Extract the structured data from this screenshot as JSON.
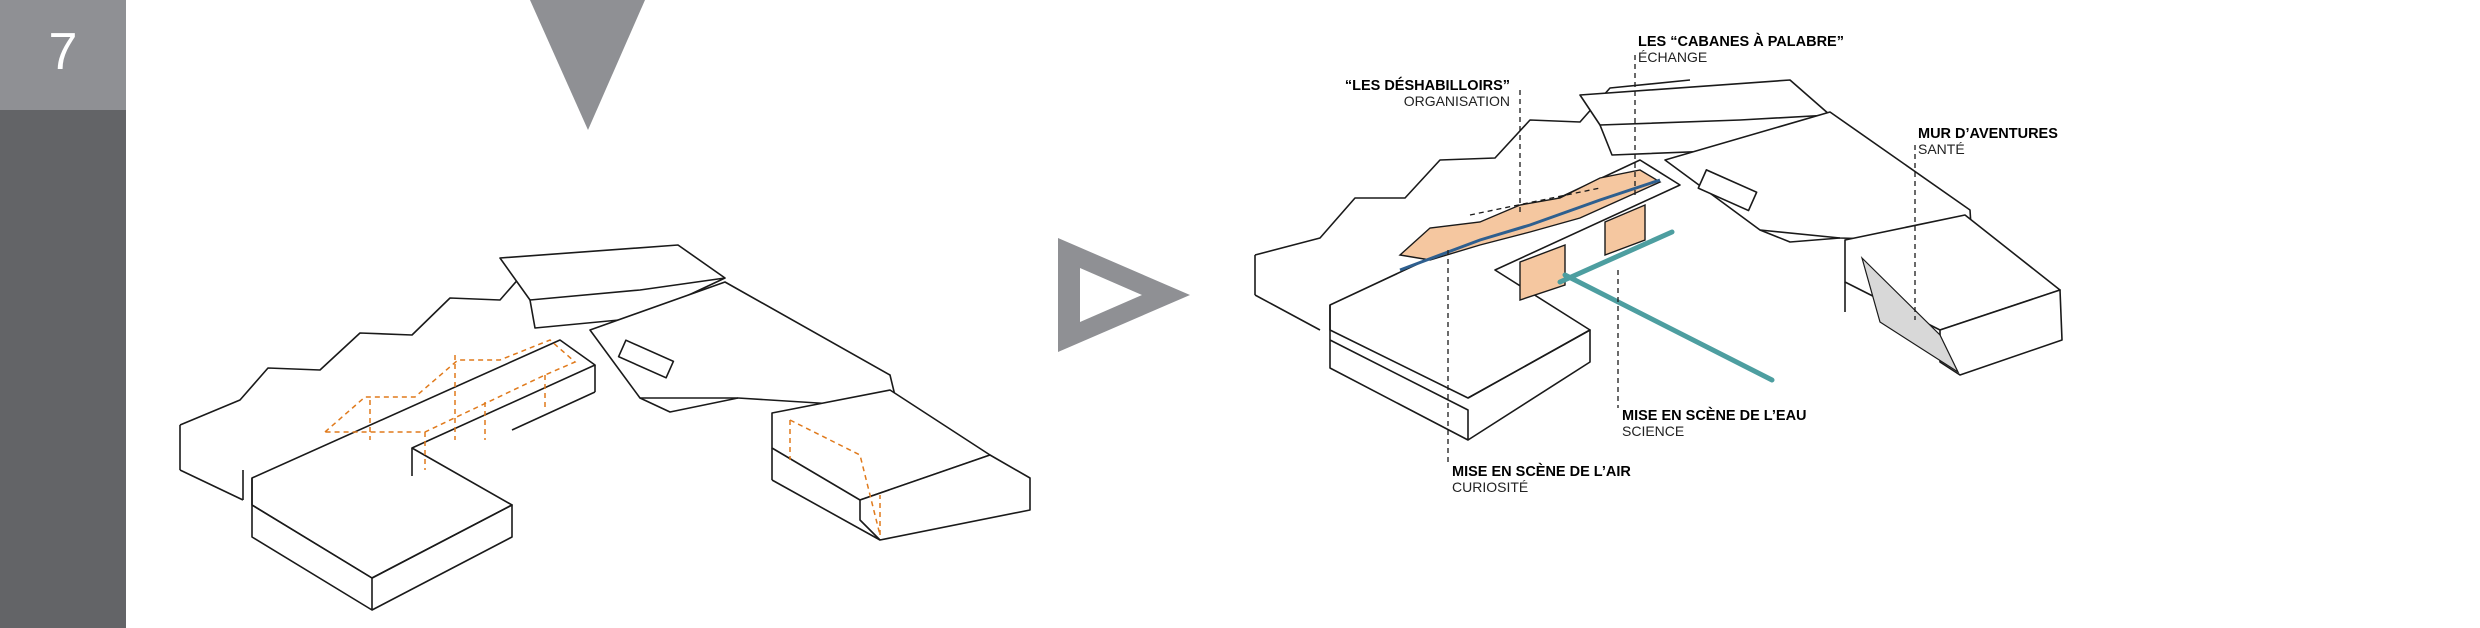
{
  "page": {
    "number": "7"
  },
  "colors": {
    "sidebar_light": "#8f9094",
    "sidebar_dark": "#636467",
    "triangle": "#8f9094",
    "accent_orange": "#f5c7a0",
    "accent_orange_line": "#e07a1c",
    "water_teal": "#4d9ea0",
    "air_blue": "#2e5f8f",
    "outline": "#1a1a1a"
  },
  "icons": {
    "down_triangle": "down-triangle-icon",
    "right_arrow": "play-triangle-icon"
  },
  "labels": [
    {
      "id": "cabanes",
      "title": "LES “CABANES À PALABRE”",
      "subtitle": "ÉCHANGE"
    },
    {
      "id": "deshabilloirs",
      "title": "“LES DÉSHABILLOIRS”",
      "subtitle": "ORGANISATION"
    },
    {
      "id": "mur",
      "title": "MUR D’AVENTURES",
      "subtitle": "SANTÉ"
    },
    {
      "id": "eau",
      "title": "MISE EN SCÈNE DE L’EAU",
      "subtitle": "SCIENCE"
    },
    {
      "id": "air",
      "title": "MISE EN SCÈNE DE L’AIR",
      "subtitle": "CURIOSITÉ"
    }
  ]
}
